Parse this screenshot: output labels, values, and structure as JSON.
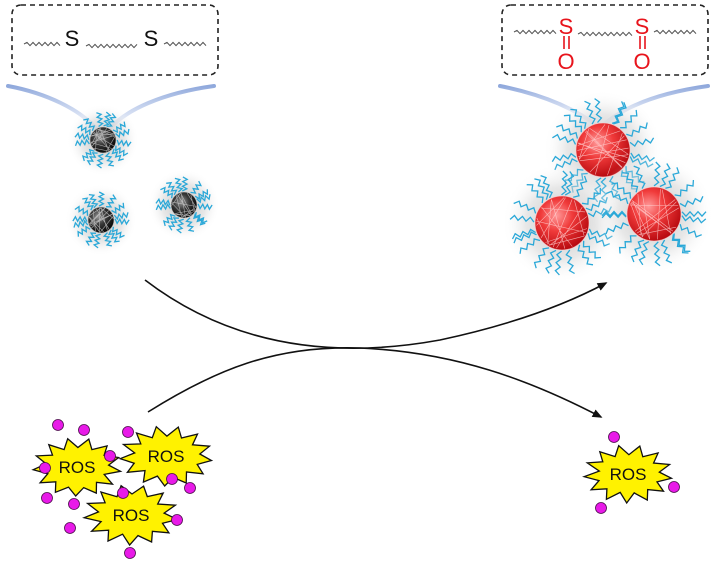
{
  "sulfide": {
    "atom1": "S",
    "atom2": "S"
  },
  "sulfoxide": {
    "s1": "S",
    "o1": "O",
    "s2": "S",
    "o2": "O"
  },
  "ros_label": "ROS",
  "colors": {
    "sulfur_black": "#111111",
    "oxidized_red": "#e8141c",
    "corona_blue": "#2aa8d8",
    "ros_yellow": "#fff200",
    "ros_dot_magenta": "#e81ae8",
    "arrow": "#111111",
    "funnel_blue": "#9db4e0"
  },
  "diagram": {
    "nodes": [
      {
        "id": "sulfide-linker",
        "kind": "chemical-structure"
      },
      {
        "id": "sulfoxide-linker",
        "kind": "chemical-structure"
      },
      {
        "id": "dispersed-nanoparticles",
        "kind": "particle-group",
        "count": 3,
        "core_color": "black"
      },
      {
        "id": "aggregated-nanoparticles",
        "kind": "particle-group",
        "count": 3,
        "core_color": "red"
      },
      {
        "id": "ros-many",
        "kind": "ros-cluster",
        "count": 3
      },
      {
        "id": "ros-few",
        "kind": "ros-cluster",
        "count": 1
      }
    ],
    "edges": [
      {
        "from": "dispersed-nanoparticles",
        "to": "aggregated-nanoparticles",
        "arrow": "curved"
      },
      {
        "from": "ros-many",
        "to": "ros-few",
        "arrow": "curved"
      }
    ]
  }
}
